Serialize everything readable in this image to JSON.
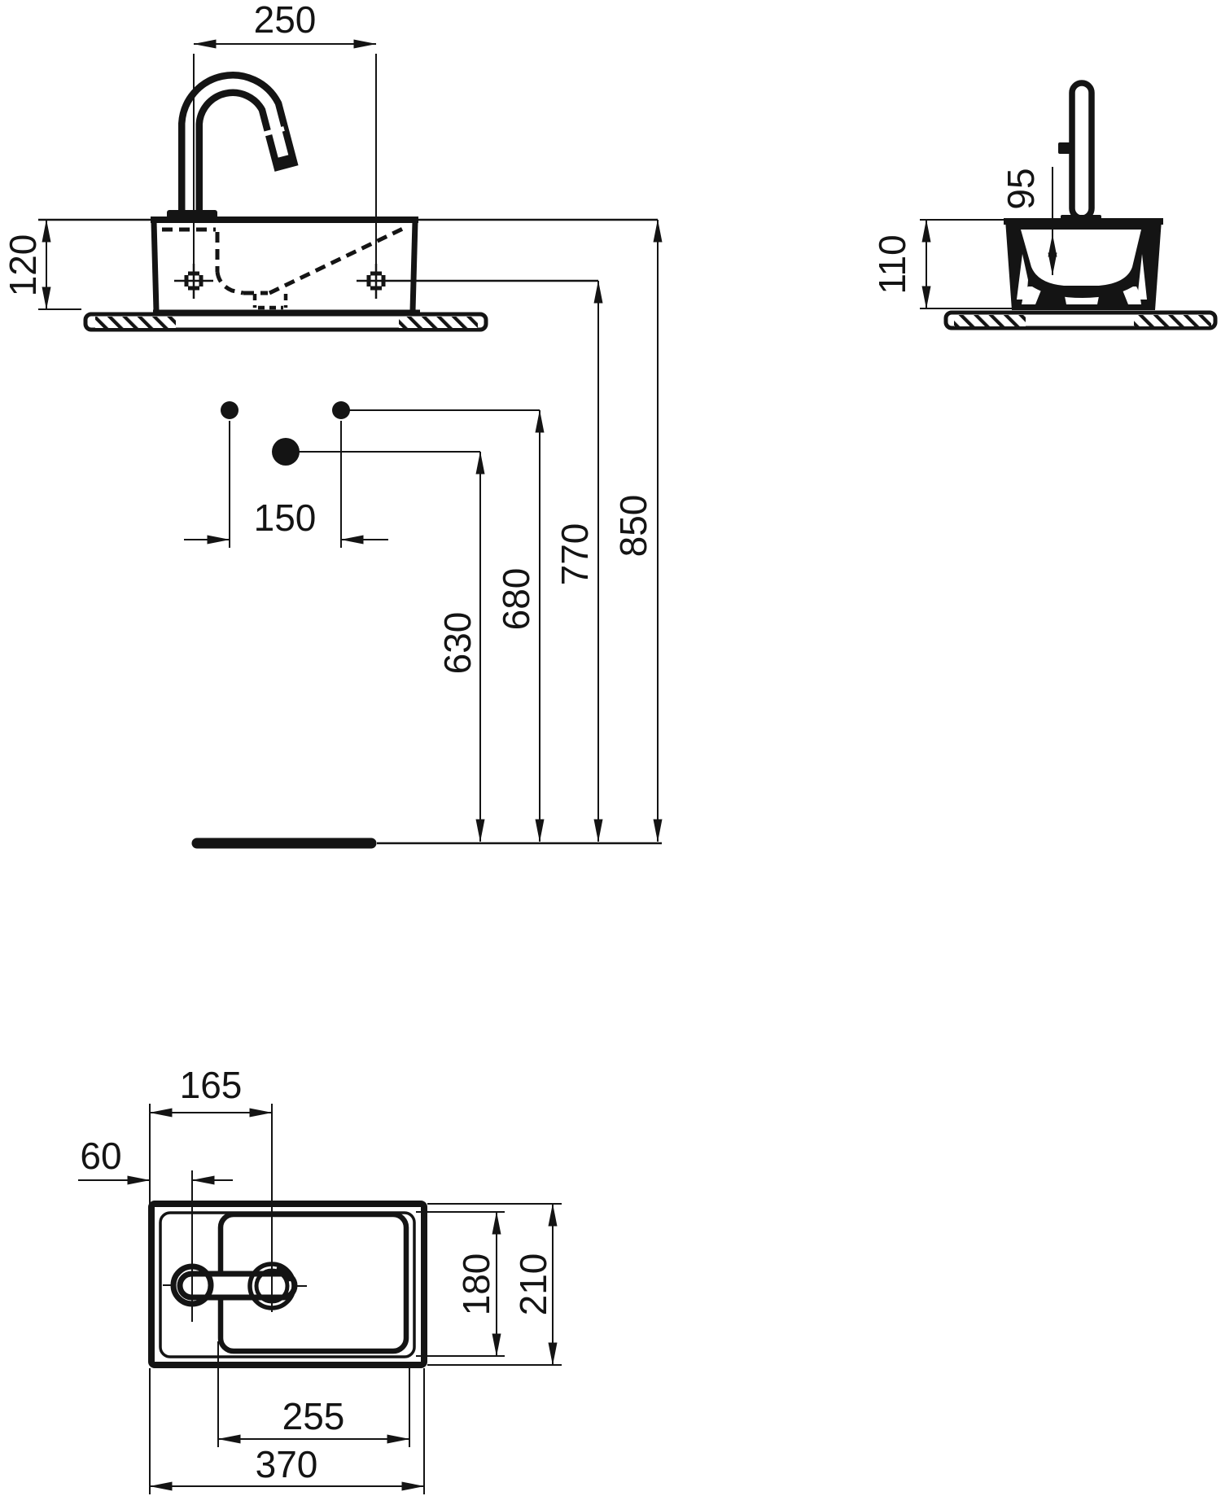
{
  "colors": {
    "line": "#141414",
    "background": "#ffffff"
  },
  "views": {
    "front": {
      "label_250": "250",
      "label_120": "120",
      "label_150": "150",
      "label_630": "630",
      "label_680": "680",
      "label_770": "770",
      "label_850": "850"
    },
    "side": {
      "label_110": "110",
      "label_95": "95"
    },
    "plan": {
      "label_165": "165",
      "label_60": "60",
      "label_180": "180",
      "label_210": "210",
      "label_255": "255",
      "label_370": "370"
    }
  }
}
